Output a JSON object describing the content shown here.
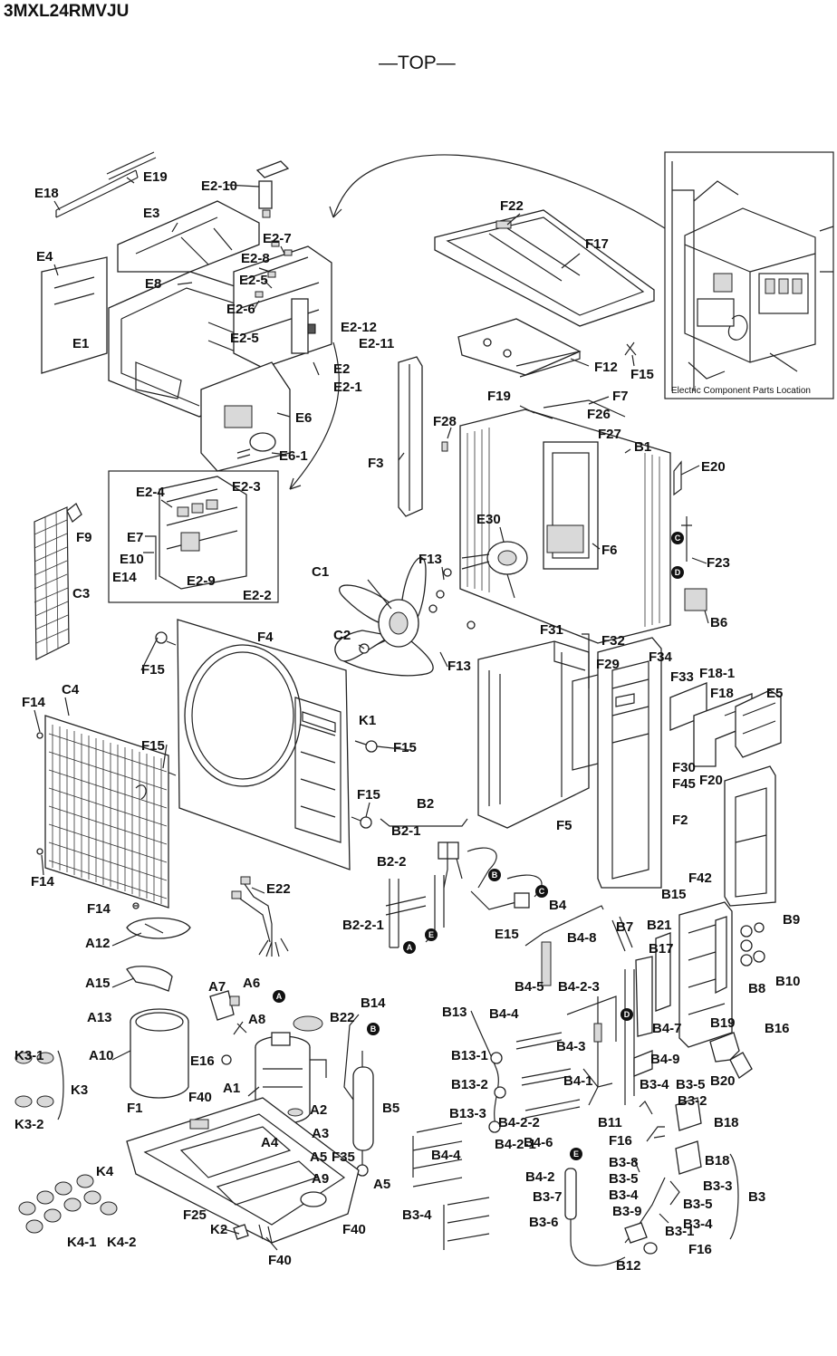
{
  "header": {
    "model": "3MXL24RMVJU",
    "view": "—TOP—"
  },
  "inset": {
    "caption": "Electric Component Parts Location"
  },
  "badges": [
    "A",
    "B",
    "C",
    "D",
    "E"
  ],
  "labels": [
    "E18",
    "E19",
    "E2-10",
    "E3",
    "E4",
    "E2-7",
    "E2-8",
    "E8",
    "E2-5",
    "E2-6",
    "E2-5",
    "E2-12",
    "E2-11",
    "E2",
    "E2-1",
    "E1",
    "E6",
    "E6-1",
    "F22",
    "F17",
    "F12",
    "F15",
    "F3",
    "F19",
    "F7",
    "F26",
    "F28",
    "F27",
    "B1",
    "E20",
    "E2-4",
    "E2-3",
    "E7",
    "E10",
    "E14",
    "E2-9",
    "E2-2",
    "F9",
    "C3",
    "C1",
    "F13",
    "E30",
    "F6",
    "F23",
    "B6",
    "C2",
    "F13",
    "F31",
    "F32",
    "F34",
    "F29",
    "F33",
    "F18-1",
    "F18",
    "E5",
    "F15",
    "F4",
    "C4",
    "F14",
    "F15",
    "K1",
    "F15",
    "F30",
    "F20",
    "F45",
    "F15",
    "B2",
    "B2-1",
    "F5",
    "F2",
    "F14",
    "E22",
    "B2-2",
    "F42",
    "F14",
    "E15",
    "B4",
    "B15",
    "B9",
    "A12",
    "B2-2-1",
    "B7",
    "B21",
    "B4-8",
    "B17",
    "A15",
    "B8",
    "B10",
    "A7",
    "A6",
    "B4-5",
    "B4-2-3",
    "A13",
    "A8",
    "B13",
    "B4-4",
    "B14",
    "B22",
    "B4-7",
    "A10",
    "E16",
    "B4-3",
    "B19",
    "B16",
    "K3-1",
    "B13-1",
    "B4-9",
    "K3",
    "B13-2",
    "A1",
    "B4-1",
    "B3-4",
    "B3-5",
    "B20",
    "A2",
    "B3-2",
    "K3-2",
    "F1",
    "F40",
    "B13-3",
    "B11",
    "B5",
    "B18",
    "A3",
    "A4",
    "B4-2-2",
    "F16",
    "B4-6",
    "A5",
    "F35",
    "B4-2-1",
    "B3-8",
    "B18",
    "A9",
    "B4-4",
    "B4-2",
    "A5",
    "B3-5",
    "B3-3",
    "K4",
    "B3-7",
    "B3-4",
    "B3",
    "B3-9",
    "B3-5",
    "F25",
    "F40",
    "B3-4",
    "K2",
    "B3-4",
    "B3-6",
    "B3-1",
    "K4-2",
    "K4-1",
    "F40",
    "F16",
    "B12"
  ]
}
